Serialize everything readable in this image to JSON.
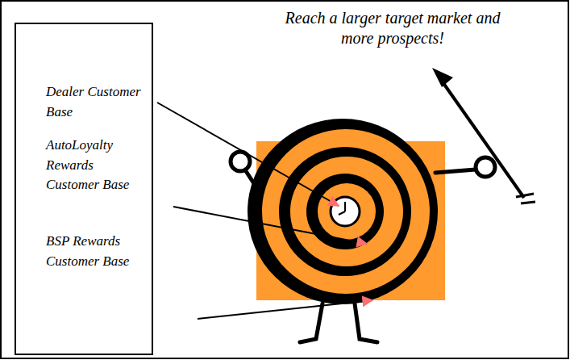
{
  "diagram": {
    "title": "Reach a larger target market and more prospects!",
    "nodes": [
      {
        "text": [
          "Dealer Customer Base",
          "AutoLoyalty Rewards Customer Base",
          "BSP Rewards Customer Base"
        ]
      }
    ]
  }
}
